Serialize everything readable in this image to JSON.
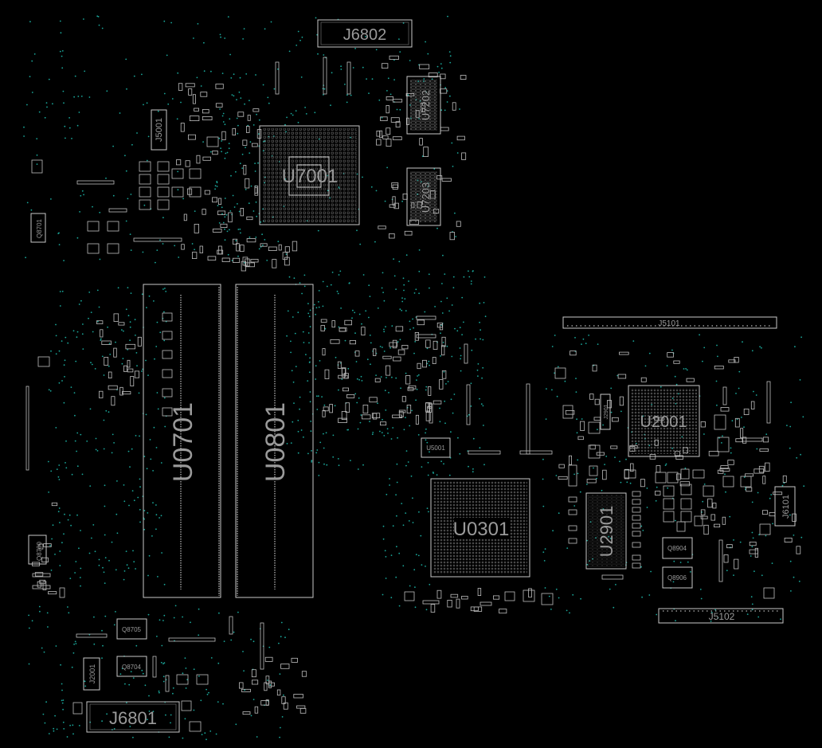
{
  "colors": {
    "background": "#000000",
    "outline": "#c8c8c8",
    "label": "#9a9a9a",
    "via": "#1aa79a"
  },
  "components": {
    "J6802": "J6802",
    "U7202": "U7202",
    "U7203": "U7203",
    "U7001": "U7001",
    "J5001": "J5001",
    "Q8701": "Q8701",
    "U0701": "U0701",
    "U0801": "U0801",
    "J5101": "J5101",
    "U2001": "U2001",
    "J2901": "J2901",
    "U5001": "U5001",
    "U0301": "U0301",
    "U2901": "U2901",
    "J6101": "J6101",
    "Q8904": "Q8904",
    "Q8906": "Q8906",
    "J5102": "J5102",
    "Q8700": "Q8700",
    "Q8705": "Q8705",
    "Q8704": "Q8704",
    "J2001": "J2001",
    "J6801": "J6801"
  }
}
